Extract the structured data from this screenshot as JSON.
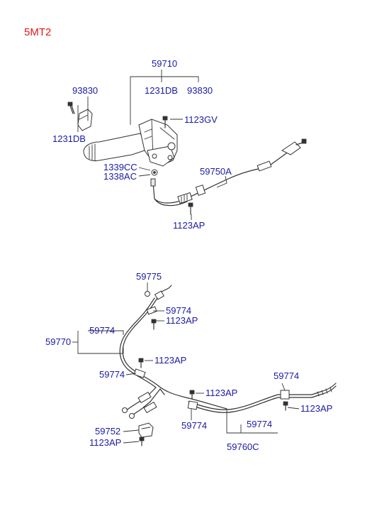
{
  "variant": "5MT2",
  "colors": {
    "label": "#1a1aa6",
    "variant": "#e01818",
    "lines": "#333333"
  },
  "labels": {
    "p59710": "59710",
    "p1231DB_top": "1231DB",
    "p93830_top": "93830",
    "p93830_left": "93830",
    "p1231DB_left": "1231DB",
    "p1123GV": "1123GV",
    "p1339CC": "1339CC",
    "p1338AC": "1338AC",
    "p59750A": "59750A",
    "p1123AP_upper": "1123AP",
    "p59775": "59775",
    "p59774_a": "59774",
    "p1123AP_a": "1123AP",
    "p59774_b": "59774",
    "p59770": "59770",
    "p1123AP_b": "1123AP",
    "p59774_c": "59774",
    "p1123AP_c": "1123AP",
    "p59774_d": "59774",
    "p1123AP_d": "1123AP",
    "p59774_e": "59774",
    "p59774_f": "59774",
    "p59752": "59752",
    "p1123AP_e": "1123AP",
    "p59760C": "59760C"
  }
}
